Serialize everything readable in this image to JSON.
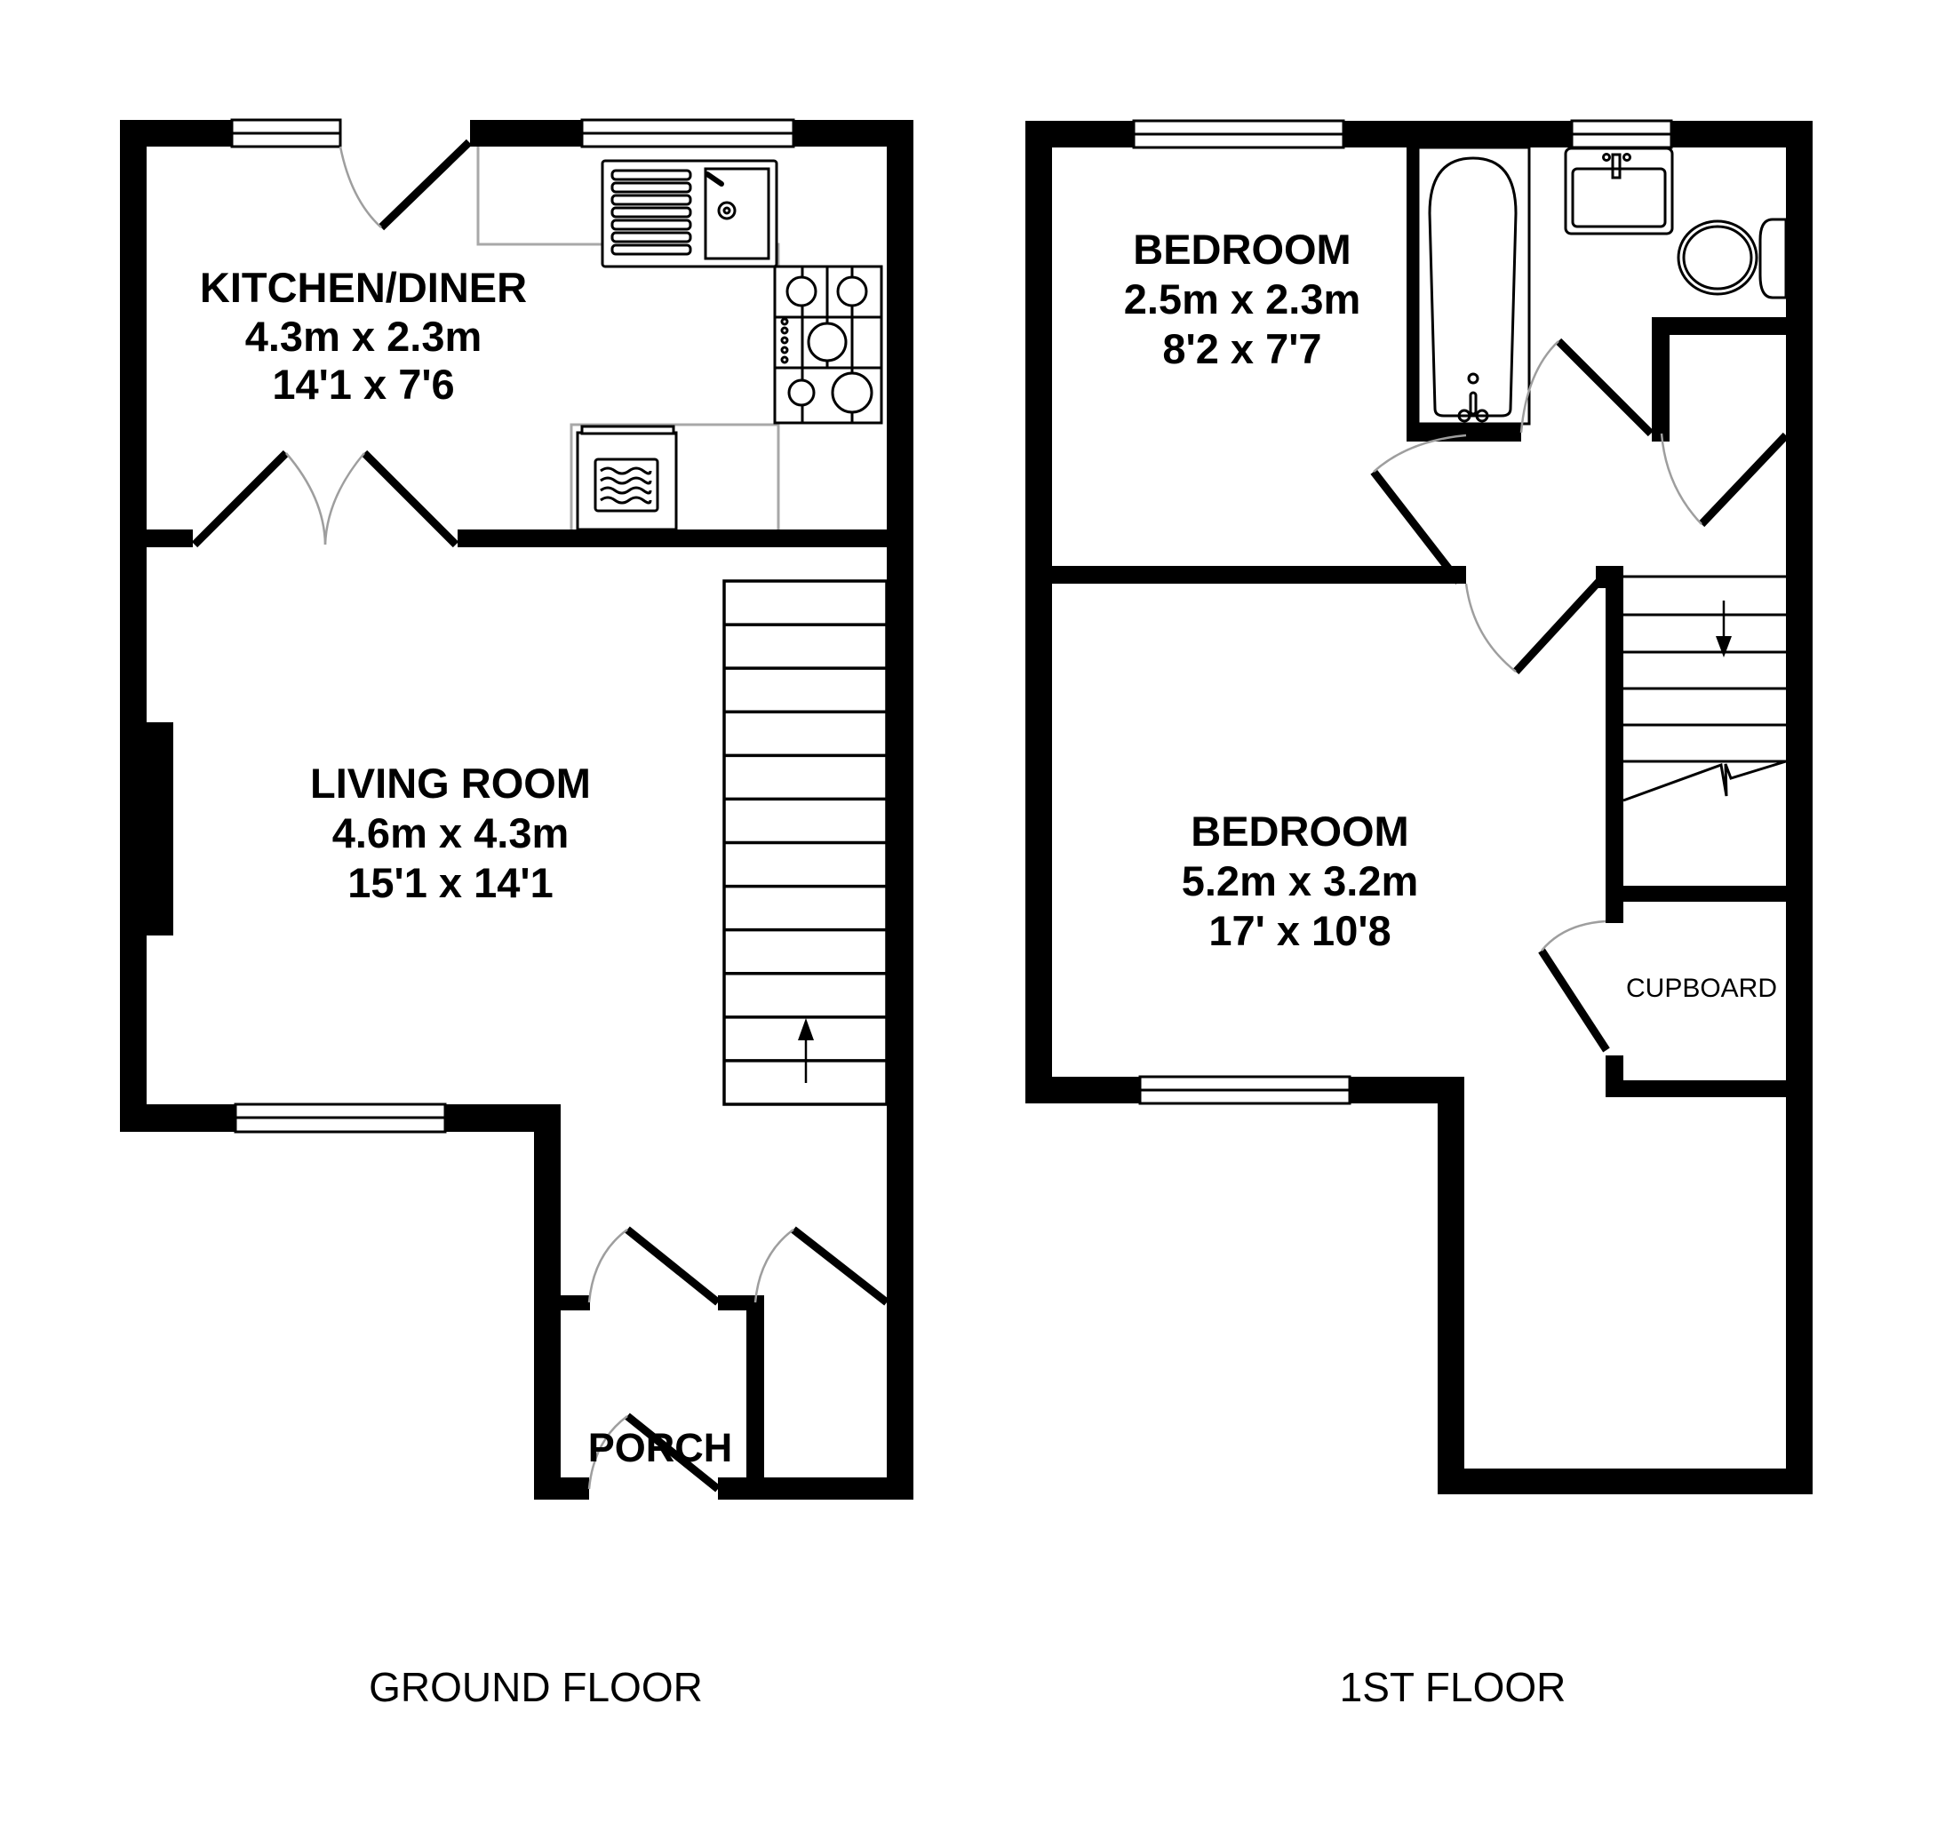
{
  "floors": [
    {
      "label": "GROUND FLOOR",
      "rooms": [
        {
          "name": "KITCHEN/DINER",
          "metric": "4.3m x 2.3m",
          "imperial": "14'1 x 7'6"
        },
        {
          "name": "LIVING ROOM",
          "metric": "4.6m x 4.3m",
          "imperial": "15'1 x 14'1"
        },
        {
          "name": "PORCH"
        }
      ],
      "stairs_direction": "up"
    },
    {
      "label": "1ST FLOOR",
      "rooms": [
        {
          "name": "BEDROOM",
          "metric": "2.5m x 2.3m",
          "imperial": "8'2 x 7'7"
        },
        {
          "name": "BEDROOM",
          "metric": "5.2m x 3.2m",
          "imperial": "17' x 10'8"
        },
        {
          "name": "CUPBOARD"
        }
      ],
      "stairs_direction": "down"
    }
  ],
  "icons": {
    "sink": "kitchen-sink-icon",
    "hob": "gas-hob-icon",
    "oven": "washing-machine-icon",
    "bath": "bathtub-icon",
    "basin": "wash-basin-icon",
    "toilet": "toilet-icon"
  },
  "colors": {
    "wall": "#000000",
    "background": "#ffffff",
    "door_swing": "#9e9e9e",
    "counter": "#a8a8a8"
  }
}
